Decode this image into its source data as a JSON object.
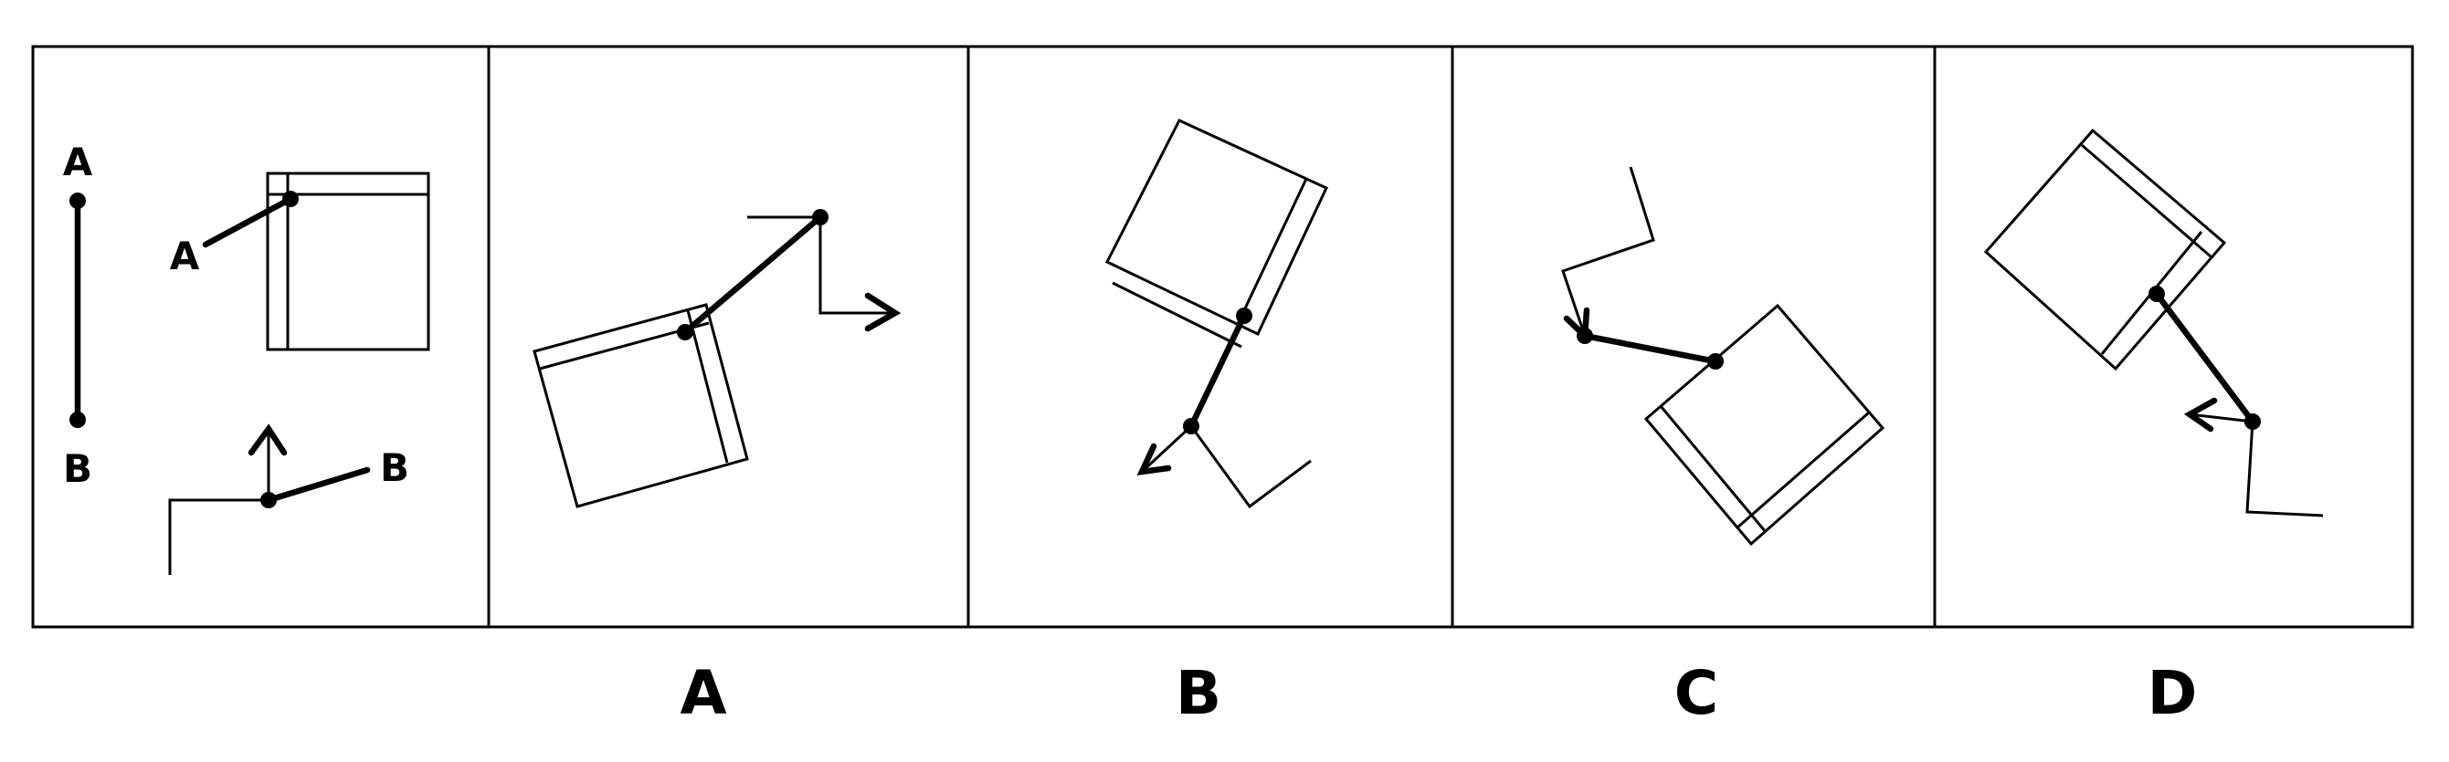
{
  "question": {
    "reference_labels": {
      "rod_top": "A",
      "rod_bottom": "B",
      "box_connector": "A",
      "path_connector": "B"
    }
  },
  "options": [
    {
      "id": "option-a",
      "label": "A"
    },
    {
      "id": "option-b",
      "label": "B"
    },
    {
      "id": "option-c",
      "label": "C"
    },
    {
      "id": "option-d",
      "label": "D"
    }
  ]
}
